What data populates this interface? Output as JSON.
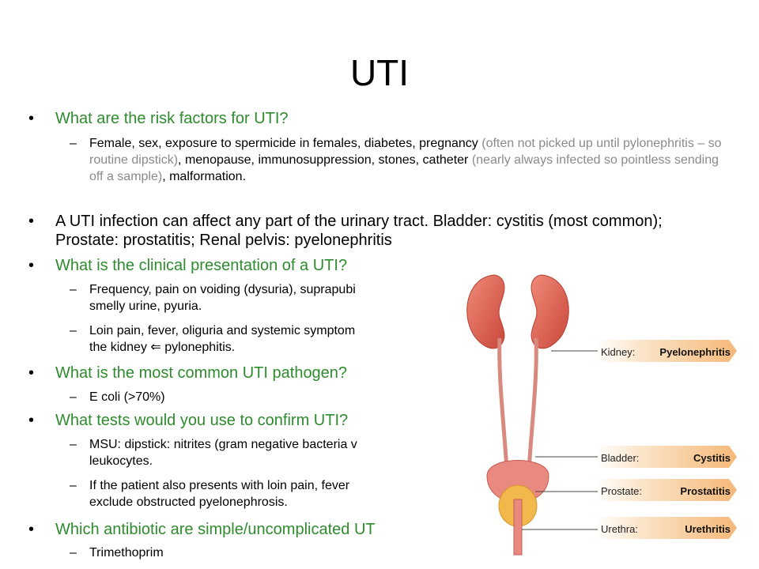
{
  "title": "UTI",
  "q1": {
    "question": "What are the risk factors for UTI?",
    "answer": {
      "p1": "Female, sex, exposure to spermicide in females, diabetes, pregnancy ",
      "g1": "(often not picked up until pylonephritis – so routine dipstick)",
      "p2": ", menopause, immunosuppression, stones, catheter ",
      "g2": "(nearly always infected so pointless sending off a sample)",
      "p3": ", malformation."
    }
  },
  "statement": "A UTI infection can affect any part of the urinary tract. Bladder: cystitis (most common); Prostate: prostatitis; Renal pelvis: pyelonephritis",
  "q2": {
    "question": "What is the clinical presentation of a UTI?",
    "a1_line1": "Frequency, pain on voiding (dysuria), suprapubi",
    "a1_line2": "smelly urine, pyuria.",
    "a2_line1": "Loin pain, fever, oliguria and systemic symptom",
    "a2_line2a": "the kidney ",
    "a2_arrow": "⇐",
    "a2_line2b": " pylonephitis."
  },
  "q3": {
    "question": "What is the most common UTI pathogen?",
    "answer": "E coli (>70%)"
  },
  "q4": {
    "question": "What tests would you use to confirm UTI?",
    "a1_line1": "MSU: dipstick: nitrites (gram negative bacteria v",
    "a1_line2": "leukocytes.",
    "a2_line1": "If the patient also presents with loin pain, fever",
    "a2_line2": "exclude obstructed pyelonephrosis."
  },
  "q5": {
    "question": "Which antibiotic are simple/uncomplicated UT",
    "answer": "Trimethoprim"
  },
  "figure": {
    "labels": [
      {
        "part": "Kidney:",
        "condition": "Pyelonephritis"
      },
      {
        "part": "Bladder:",
        "condition": "Cystitis"
      },
      {
        "part": "Prostate:",
        "condition": "Prostatitis"
      },
      {
        "part": "Urethra:",
        "condition": "Urethritis"
      }
    ]
  },
  "colors": {
    "question": "#2e8b2e",
    "aside": "#8a8a8a",
    "organ": "#e06a5a",
    "prostate": "#f2b84b",
    "label_band": "#f5c48a"
  }
}
